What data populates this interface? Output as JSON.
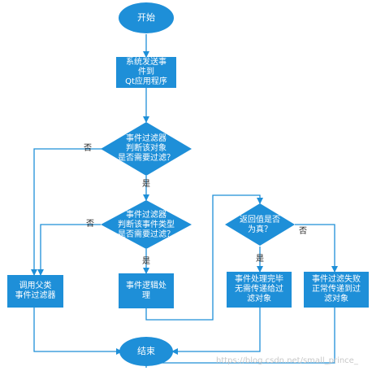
{
  "colors": {
    "node_fill": "#1e8fd8",
    "line": "#1e8fd8",
    "node_text": "#ffffff",
    "label_text": "#222222"
  },
  "nodes": {
    "start": "开始",
    "send_event": "系统发送事\n件到\nQt应用程序",
    "decision_filter": "事件过滤器\n判断该对象\n是否需要过滤？",
    "decision_type": "事件过滤器\n判断该事件类型\n是否需要过滤？",
    "call_parent": "调用父类\n事件过滤器",
    "event_logic": "事件逻辑处\n理",
    "decision_return": "返回值是否\n为真？",
    "done_no_pass": "事件处理完毕\n无需传递给过\n滤对象",
    "filter_fail": "事件过滤失败\n正常传递到过\n滤对象",
    "end": "结束"
  },
  "edge_labels": {
    "filter_no": "否",
    "filter_yes": "是",
    "type_no": "否",
    "type_yes": "是",
    "return_yes": "是",
    "return_no": "否"
  },
  "watermark": "https://blog.csdn.net/small_prince_"
}
